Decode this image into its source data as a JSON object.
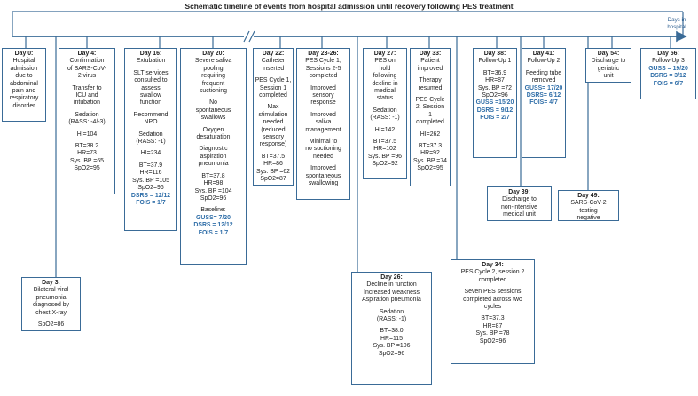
{
  "title": "Schematic timeline of events from hospital admission until recovery following PES treatment",
  "axis_label": "Days in hospital",
  "events": [
    {
      "id": "day0",
      "heading": "Day 0:",
      "lines": [
        "Hospital",
        "admission",
        "due to",
        "abdominal",
        "pain and",
        "respiratory",
        "disorder"
      ]
    },
    {
      "id": "day3",
      "heading": "Day 3:",
      "lines": [
        "Bilateral viral",
        "pneumonia",
        "diagnosed by",
        "chest X-ray",
        "",
        "SpO2=86"
      ]
    },
    {
      "id": "day4",
      "heading": "Day 4:",
      "lines": [
        "Confirmation",
        "of SARS-CoV-",
        "2 virus",
        "",
        "Transfer to",
        "ICU and",
        "intubation",
        "",
        "Sedation",
        "(RASS: -4/-3)",
        "",
        "HI=104",
        "",
        "BT=38.2",
        "HR=73",
        "Sys. BP =65",
        "SpO2=95"
      ]
    },
    {
      "id": "day16",
      "heading": "Day 16:",
      "lines": [
        "Extubation",
        "",
        "SLT services",
        "consulted to",
        "assess",
        "swallow",
        "function",
        "",
        "Recommend",
        "NPO",
        "",
        "Sedation",
        "(RASS: -1)",
        "",
        "HI=234",
        "",
        "BT=37.9",
        "HR=116",
        "Sys. BP =105",
        "SpO2=96"
      ],
      "scores": [
        "DSRS = 12/12",
        "FOIS = 1/7"
      ]
    },
    {
      "id": "day20",
      "heading": "Day 20:",
      "lines": [
        "Severe saliva",
        "pooling",
        "requiring",
        "frequent",
        "suctioning",
        "",
        "No",
        "spontaneous",
        "swallows",
        "",
        "Oxygen",
        "desaturation",
        "",
        "Diagnostic",
        "aspiration",
        "pneumonia",
        "",
        "BT=37.8",
        "HR=98",
        "Sys. BP =104",
        "SpO2=96",
        "",
        "Baseline:"
      ],
      "scores": [
        "GUSS= 7/20",
        "DSRS = 12/12",
        "FOIS = 1/7"
      ]
    },
    {
      "id": "day22",
      "heading": "Day 22:",
      "lines": [
        "Catheter",
        "inserted",
        "",
        "PES Cycle 1,",
        "Session 1",
        "completed",
        "",
        "Max",
        "stimulation",
        "needed",
        "(reduced",
        "sensory",
        "response)",
        "",
        "BT=37.5",
        "HR=86",
        "Sys. BP =62",
        "SpO2=87"
      ]
    },
    {
      "id": "day23",
      "heading": "Day 23-26:",
      "lines": [
        "PES Cycle 1,",
        "Sessions 2-5",
        "completed",
        "",
        "Improved",
        "sensory",
        "response",
        "",
        "Improved",
        "saliva",
        "management",
        "",
        "Minimal to",
        "no suctioning",
        "needed",
        "",
        "Improved",
        "spontaneous",
        "swallowing"
      ]
    },
    {
      "id": "day27",
      "heading": "Day 27:",
      "lines": [
        "PES on",
        "hold",
        "following",
        "decline in",
        "medical",
        "status",
        "",
        "Sedation",
        "(RASS: -1)",
        "",
        "HI=142",
        "",
        "BT=37.5",
        "HR=102",
        "Sys. BP =96",
        "SpO2=92"
      ]
    },
    {
      "id": "day26",
      "heading": "Day 26:",
      "lines": [
        "Decline in function",
        "Increased weakness",
        "Aspiration pneumonia",
        "",
        "Sedation",
        "(RASS: -1)",
        "",
        "BT=38.0",
        "HR=115",
        "Sys. BP =106",
        "SpO2=96"
      ]
    },
    {
      "id": "day33",
      "heading": "Day 33:",
      "lines": [
        "Patient",
        "improved",
        "",
        "Therapy",
        "resumed",
        "",
        "PES Cycle",
        "2, Session",
        "1",
        "completed",
        "",
        "HI=262",
        "",
        "BT=37.3",
        "HR=92",
        "Sys. BP =74",
        "SpO2=95"
      ]
    },
    {
      "id": "day34",
      "heading": "Day 34:",
      "lines": [
        "PES Cycle 2, session 2",
        "completed",
        "",
        "Seven PES sessions",
        "completed across two",
        "cycles",
        "",
        "BT=37.3",
        "HR=87",
        "Sys. BP =78",
        "SpO2=96"
      ]
    },
    {
      "id": "day38",
      "heading": "Day 38:",
      "lines": [
        "Follow-Up 1",
        "",
        "BT=36.9",
        "HR=87",
        "Sys. BP =72",
        "SpO2=96"
      ],
      "scores": [
        "GUSS =15/20",
        "DSRS = 9/12",
        "FOIS = 2/7"
      ]
    },
    {
      "id": "day39",
      "heading": "Day 39:",
      "lines": [
        "Discharge to",
        "non-intensive",
        "medical unit"
      ]
    },
    {
      "id": "day41",
      "heading": "Day 41:",
      "lines": [
        "Follow-Up 2",
        "",
        "Feeding tube",
        "removed"
      ],
      "scores": [
        "GUSS= 17/20",
        "DSRS= 6/12",
        "FOIS= 4/7"
      ]
    },
    {
      "id": "day49",
      "heading": "Day 49:",
      "lines": [
        "SARS-CoV-2",
        "testing",
        "negative"
      ]
    },
    {
      "id": "day54",
      "heading": "Day 54:",
      "lines": [
        "Discharge to",
        "geriatric",
        "unit"
      ]
    },
    {
      "id": "day56",
      "heading": "Day 56:",
      "lines": [
        "Follow-Up 3"
      ],
      "scores": [
        "GUSS = 19/20",
        "DSRS = 3/12",
        "FOIS = 6/7"
      ]
    }
  ],
  "colors": {
    "line": "#3a6b97",
    "accent": "#2f6ea8"
  }
}
